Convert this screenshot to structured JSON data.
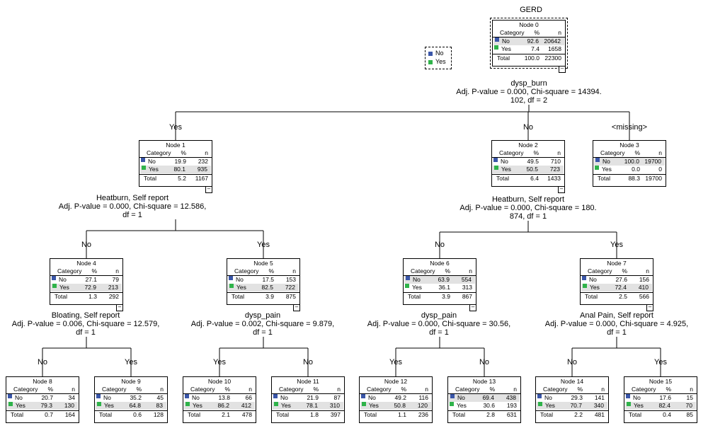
{
  "title": "GERD",
  "colors": {
    "no": "#3a56a8",
    "yes": "#2fb34a",
    "line": "#000000"
  },
  "legend": [
    {
      "label": "No",
      "color": "#3a56a8"
    },
    {
      "label": "Yes",
      "color": "#2fb34a"
    }
  ],
  "header": {
    "category": "Category",
    "pct": "%",
    "n": "n",
    "total": "Total"
  },
  "nodes": [
    {
      "id": "Node 0",
      "no_pct": "92.6",
      "no_n": "20642",
      "yes_pct": "7.4",
      "yes_n": "1658",
      "tot_pct": "100.0",
      "tot_n": "22300"
    },
    {
      "id": "Node 1",
      "no_pct": "19.9",
      "no_n": "232",
      "yes_pct": "80.1",
      "yes_n": "935",
      "tot_pct": "5.2",
      "tot_n": "1167"
    },
    {
      "id": "Node 2",
      "no_pct": "49.5",
      "no_n": "710",
      "yes_pct": "50.5",
      "yes_n": "723",
      "tot_pct": "6.4",
      "tot_n": "1433"
    },
    {
      "id": "Node 3",
      "no_pct": "100.0",
      "no_n": "19700",
      "yes_pct": "0.0",
      "yes_n": "0",
      "tot_pct": "88.3",
      "tot_n": "19700"
    },
    {
      "id": "Node 4",
      "no_pct": "27.1",
      "no_n": "79",
      "yes_pct": "72.9",
      "yes_n": "213",
      "tot_pct": "1.3",
      "tot_n": "292"
    },
    {
      "id": "Node 5",
      "no_pct": "17.5",
      "no_n": "153",
      "yes_pct": "82.5",
      "yes_n": "722",
      "tot_pct": "3.9",
      "tot_n": "875"
    },
    {
      "id": "Node 6",
      "no_pct": "63.9",
      "no_n": "554",
      "yes_pct": "36.1",
      "yes_n": "313",
      "tot_pct": "3.9",
      "tot_n": "867"
    },
    {
      "id": "Node 7",
      "no_pct": "27.6",
      "no_n": "156",
      "yes_pct": "72.4",
      "yes_n": "410",
      "tot_pct": "2.5",
      "tot_n": "566"
    },
    {
      "id": "Node 8",
      "no_pct": "20.7",
      "no_n": "34",
      "yes_pct": "79.3",
      "yes_n": "130",
      "tot_pct": "0.7",
      "tot_n": "164"
    },
    {
      "id": "Node 9",
      "no_pct": "35.2",
      "no_n": "45",
      "yes_pct": "64.8",
      "yes_n": "83",
      "tot_pct": "0.6",
      "tot_n": "128"
    },
    {
      "id": "Node 10",
      "no_pct": "13.8",
      "no_n": "66",
      "yes_pct": "86.2",
      "yes_n": "412",
      "tot_pct": "2.1",
      "tot_n": "478"
    },
    {
      "id": "Node 11",
      "no_pct": "21.9",
      "no_n": "87",
      "yes_pct": "78.1",
      "yes_n": "310",
      "tot_pct": "1.8",
      "tot_n": "397"
    },
    {
      "id": "Node 12",
      "no_pct": "49.2",
      "no_n": "116",
      "yes_pct": "50.8",
      "yes_n": "120",
      "tot_pct": "1.1",
      "tot_n": "236"
    },
    {
      "id": "Node 13",
      "no_pct": "69.4",
      "no_n": "438",
      "yes_pct": "30.6",
      "yes_n": "193",
      "tot_pct": "2.8",
      "tot_n": "631"
    },
    {
      "id": "Node 14",
      "no_pct": "29.3",
      "no_n": "141",
      "yes_pct": "70.7",
      "yes_n": "340",
      "tot_pct": "2.2",
      "tot_n": "481"
    },
    {
      "id": "Node 15",
      "no_pct": "17.6",
      "no_n": "15",
      "yes_pct": "82.4",
      "yes_n": "70",
      "tot_pct": "0.4",
      "tot_n": "85"
    }
  ],
  "splits": [
    {
      "text": "dysp_burn\nAdj. P-value = 0.000, Chi-square = 14394.\n102, df = 2"
    },
    {
      "text": "Heatburn, Self report\nAdj. P-value = 0.000, Chi-square = 12.586,\ndf = 1"
    },
    {
      "text": "Heatburn, Self report\nAdj. P-value = 0.000, Chi-square = 180.\n874, df = 1"
    },
    {
      "text": "Bloating, Self report\nAdj. P-value = 0.006, Chi-square = 12.579,\ndf = 1"
    },
    {
      "text": "dysp_pain\nAdj. P-value = 0.002, Chi-square = 9.879,\ndf = 1"
    },
    {
      "text": "dysp_pain\nAdj. P-value = 0.000, Chi-square = 30.56,\ndf = 1"
    },
    {
      "text": "Anal Pain, Self report\nAdj. P-value = 0.000, Chi-square = 4.925,\ndf = 1"
    }
  ],
  "branches": [
    "Yes",
    "No",
    "<missing>",
    "No",
    "Yes",
    "No",
    "Yes",
    "No",
    "Yes",
    "Yes",
    "No",
    "Yes",
    "No",
    "No",
    "Yes"
  ]
}
